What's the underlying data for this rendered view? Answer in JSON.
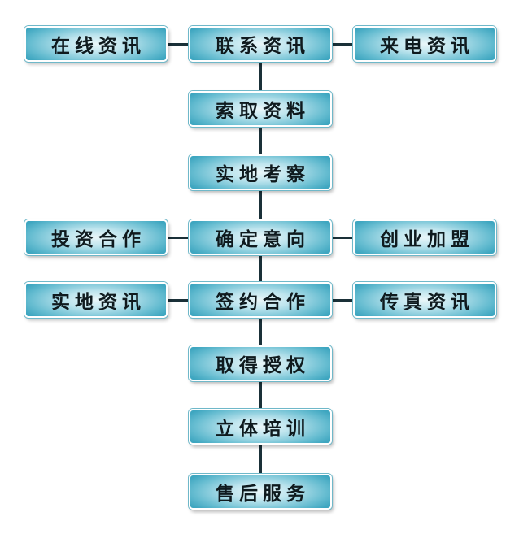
{
  "center_steps": [
    {
      "id": "contact",
      "label": "联系资讯"
    },
    {
      "id": "request",
      "label": "索取资料"
    },
    {
      "id": "inspect",
      "label": "实地考察"
    },
    {
      "id": "intent",
      "label": "确定意向"
    },
    {
      "id": "sign",
      "label": "签约合作"
    },
    {
      "id": "authorize",
      "label": "取得授权"
    },
    {
      "id": "training",
      "label": "立体培训"
    },
    {
      "id": "aftersales",
      "label": "售后服务"
    }
  ],
  "left_branches": [
    {
      "row": 0,
      "id": "online",
      "label": "在线资讯"
    },
    {
      "row": 3,
      "id": "invest",
      "label": "投资合作"
    },
    {
      "row": 4,
      "id": "onsite",
      "label": "实地资讯"
    }
  ],
  "right_branches": [
    {
      "row": 0,
      "id": "call",
      "label": "来电资讯"
    },
    {
      "row": 3,
      "id": "franchise",
      "label": "创业加盟"
    },
    {
      "row": 4,
      "id": "fax",
      "label": "传真资讯"
    }
  ],
  "colors": {
    "box_edge": "#3ea6c0",
    "box_center": "#e9f6f9",
    "connector": "#1a3038",
    "text": "#0f1a1e"
  }
}
